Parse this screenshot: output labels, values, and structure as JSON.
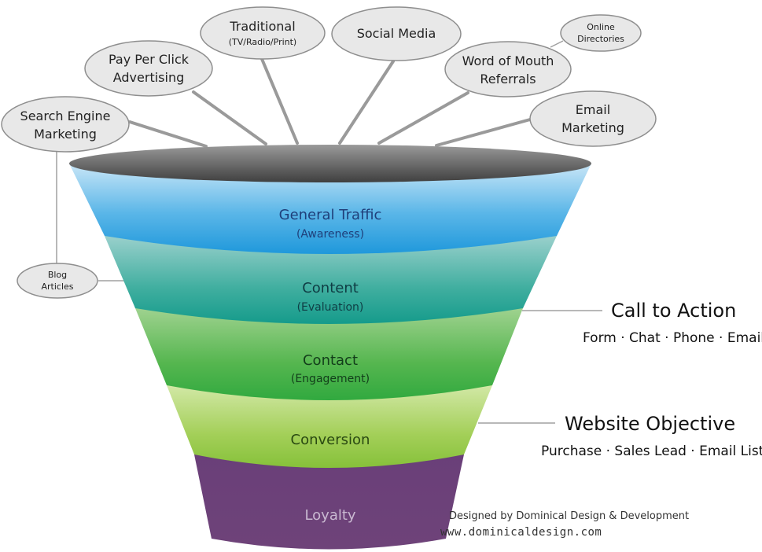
{
  "sources": {
    "search_engine": [
      "Search Engine",
      "Marketing"
    ],
    "ppc": [
      "Pay Per Click",
      "Advertising"
    ],
    "traditional": [
      "Traditional",
      "(TV/Radio/Print)"
    ],
    "social": [
      "Social Media"
    ],
    "word_of_mouth": [
      "Word of Mouth",
      "Referrals"
    ],
    "online_directories": [
      "Online",
      "Directories"
    ],
    "email": [
      "Email",
      "Marketing"
    ],
    "blog": [
      "Blog",
      "Articles"
    ]
  },
  "stages": [
    {
      "title": "General Traffic",
      "subtitle": "(Awareness)",
      "color": "#2e9fe0"
    },
    {
      "title": "Content",
      "subtitle": "(Evaluation)",
      "color": "#2aa88f"
    },
    {
      "title": "Contact",
      "subtitle": "(Engagement)",
      "color": "#48b24a"
    },
    {
      "title": "Conversion",
      "subtitle": "",
      "color": "#8cc63f"
    },
    {
      "title": "Loyalty",
      "subtitle": "",
      "color": "#6b3f78"
    }
  ],
  "call_to_action": {
    "title": "Call to Action",
    "items": "Form · Chat · Phone · Email"
  },
  "website_objective": {
    "title": "Website Objective",
    "items": "Purchase · Sales Lead · Email List"
  },
  "credit": {
    "designer": "Designed by Dominical Design & Development",
    "url": "www.dominicaldesign.com"
  }
}
